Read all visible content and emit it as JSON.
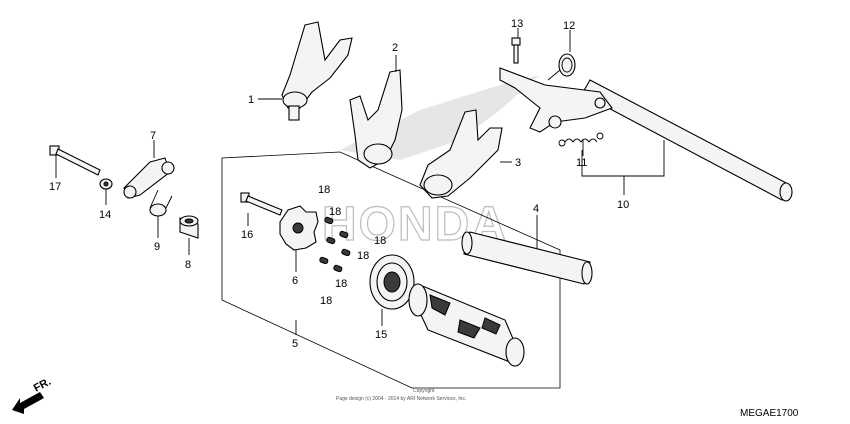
{
  "diagram": {
    "diagram_code": "MEGAE1700",
    "direction_label": "FR.",
    "watermark": "HONDA",
    "copyright_line1": "Copyright",
    "copyright_line2": "Page design (c) 2004 - 2014 by ARI Network Services, Inc.",
    "callouts": [
      {
        "id": "c1",
        "label": "1"
      },
      {
        "id": "c2",
        "label": "2"
      },
      {
        "id": "c3",
        "label": "3"
      },
      {
        "id": "c4",
        "label": "4"
      },
      {
        "id": "c5",
        "label": "5"
      },
      {
        "id": "c6",
        "label": "6"
      },
      {
        "id": "c7",
        "label": "7"
      },
      {
        "id": "c8",
        "label": "8"
      },
      {
        "id": "c9",
        "label": "9"
      },
      {
        "id": "c10",
        "label": "10"
      },
      {
        "id": "c11",
        "label": "11"
      },
      {
        "id": "c12",
        "label": "12"
      },
      {
        "id": "c13",
        "label": "13"
      },
      {
        "id": "c14",
        "label": "14"
      },
      {
        "id": "c15",
        "label": "15"
      },
      {
        "id": "c16",
        "label": "16"
      },
      {
        "id": "c17",
        "label": "17"
      },
      {
        "id": "c18a",
        "label": "18"
      },
      {
        "id": "c18b",
        "label": "18"
      },
      {
        "id": "c18c",
        "label": "18"
      },
      {
        "id": "c18d",
        "label": "18"
      },
      {
        "id": "c18e",
        "label": "18"
      },
      {
        "id": "c18f",
        "label": "18"
      }
    ]
  }
}
